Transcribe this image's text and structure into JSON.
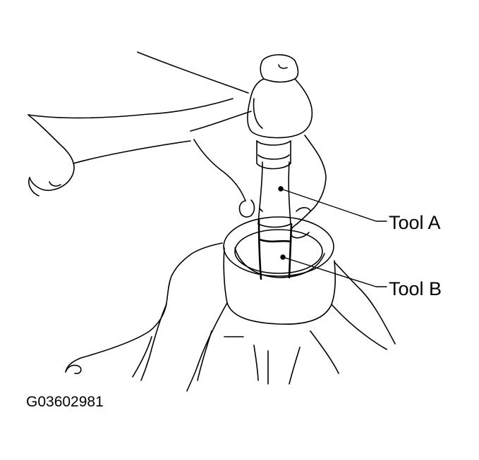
{
  "callouts": {
    "tool_a": "Tool A",
    "tool_b": "Tool B"
  },
  "figure_id": "G03602981",
  "colors": {
    "line": "#000000",
    "background": "#ffffff"
  }
}
